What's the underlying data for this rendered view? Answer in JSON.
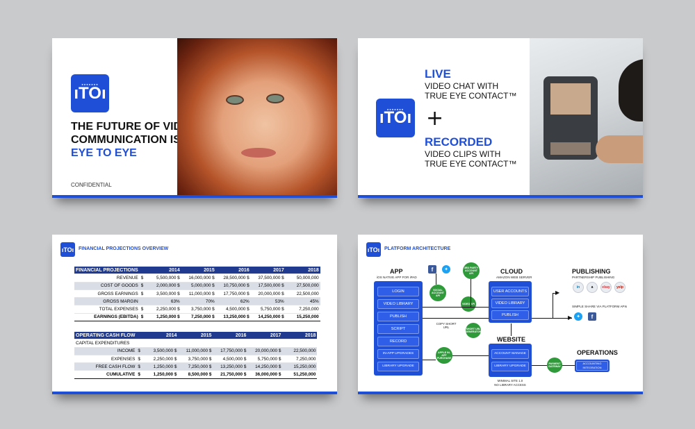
{
  "colors": {
    "brand_blue": "#1f4fd6",
    "table_header": "#1f3a8f",
    "green": "#2e9a3a",
    "background": "#c9cacc"
  },
  "logo": {
    "text": "ıTOı"
  },
  "slide1": {
    "title_line1": "THE FUTURE OF VIDEO",
    "title_line2": "COMMUNICATION IS",
    "title_line3": "EYE TO EYE",
    "confidential": "CONFIDENTIAL"
  },
  "slide2": {
    "live": "LIVE",
    "live_sub1": "VIDEO CHAT WITH",
    "live_sub2": "TRUE EYE CONTACT™",
    "plus": "+",
    "recorded": "RECORDED",
    "rec_sub1": "VIDEO CLIPS WITH",
    "rec_sub2": "TRUE EYE CONTACT™"
  },
  "slide3": {
    "header": "FINANCIAL PROJECTIONS OVERVIEW",
    "table1": {
      "title": "FINANCIAL PROJECTIONS",
      "years": [
        "2014",
        "2015",
        "2016",
        "2017",
        "2018"
      ],
      "rows": [
        {
          "label": "REVENUE",
          "cur": "$",
          "values": [
            "5,500,000 $",
            "16,000,000 $",
            "28,500,000 $",
            "37,500,000 $",
            "50,000,000"
          ]
        },
        {
          "label": "COST OF GOODS",
          "cur": "$",
          "values": [
            "2,000,000 $",
            "5,000,000 $",
            "10,750,000 $",
            "17,500,000 $",
            "27,500,000"
          ]
        },
        {
          "label": "GROSS EARNINGS",
          "cur": "$",
          "values": [
            "3,500,000 $",
            "11,000,000 $",
            "17,750,000 $",
            "20,000,000 $",
            "22,500,000"
          ]
        },
        {
          "label": "GROSS MARGIN",
          "cur": "",
          "values": [
            "63%",
            "70%",
            "62%",
            "53%",
            "45%"
          ]
        },
        {
          "label": "TOTAL EXPENSES",
          "cur": "$",
          "values": [
            "2,250,000 $",
            "3,750,000 $",
            "4,500,000 $",
            "5,750,000 $",
            "7,250,000"
          ]
        },
        {
          "label": "EARNINGS (EBITDA)",
          "cur": "$",
          "values": [
            "1,250,000 $",
            "7,250,000 $",
            "13,250,000 $",
            "14,250,000 $",
            "15,250,000"
          ]
        }
      ]
    },
    "table2": {
      "title": "OPERATING CASH FLOW",
      "years": [
        "2014",
        "2015",
        "2016",
        "2017",
        "2018"
      ],
      "rows": [
        {
          "label": "CAPITAL EXPENDITURES",
          "cur": "",
          "values": [
            "",
            "",
            "",
            "",
            ""
          ]
        },
        {
          "label": "INCOME",
          "cur": "$",
          "values": [
            "3,500,000 $",
            "11,000,000 $",
            "17,750,000 $",
            "20,000,000 $",
            "22,500,000"
          ]
        },
        {
          "label": "EXPENSES",
          "cur": "$",
          "values": [
            "2,250,000 $",
            "3,750,000 $",
            "4,500,000 $",
            "5,750,000 $",
            "7,250,000"
          ]
        },
        {
          "label": "FREE CASH FLOW",
          "cur": "$",
          "values": [
            "1,250,000 $",
            "7,250,000 $",
            "13,250,000 $",
            "14,250,000 $",
            "15,250,000"
          ]
        },
        {
          "label": "CUMULATIVE",
          "cur": "$",
          "values": [
            "1,250,000 $",
            "8,500,000 $",
            "21,750,000 $",
            "36,000,000 $",
            "51,250,000"
          ]
        }
      ]
    }
  },
  "slide4": {
    "header": "PLATFORM ARCHITECTURE",
    "app": {
      "title": "APP",
      "sub": "iOS NATIVE APP FOR iPAD",
      "buttons": [
        "LOGIN",
        "VIDEO LIBRARY",
        "PUBLISH",
        "SCRIPT",
        "RECORD",
        "IN-APP UPGRADES",
        "LIBRARY UPGRADE"
      ]
    },
    "cloud": {
      "title": "CLOUD",
      "sub": "AMAZON WEB SERVER",
      "buttons": [
        "USER ACCOUNTS",
        "VIDEO LIBRARY",
        "PUBLISH"
      ]
    },
    "website": {
      "title": "WEBSITE",
      "buttons": [
        "ACCOUNT MANAGE",
        "LIBRARY UPGRADE"
      ],
      "note1": "MINIMAL SITE 1.0",
      "note2": "NO LIBRARY ACCESS"
    },
    "publishing": {
      "title": "PUBLISHING",
      "sub": "PARTNERSHIP PUBLISHING",
      "note": "SIMPLE SHARE VIA PLATFORM APIs",
      "brands": [
        "in",
        "a",
        "ebay",
        "yelp"
      ]
    },
    "operations": {
      "title": "OPERATIONS",
      "button": "ACCOUNTING INTEGRATION"
    },
    "circles": {
      "third_party": "3RD PARTY ACCOUNT API",
      "social": "SOCIAL ACCOUNT API",
      "video_api": "VIDEO API",
      "short_url": "SHORT URL GENERATOR",
      "apple": "APPLE IN-APP PURCHASE",
      "payment": "PAYMENT GATEWAY"
    },
    "copy_note": "COPY SHORT URL",
    "icons": {
      "facebook": "facebook-icon",
      "twitter": "twitter-icon"
    }
  }
}
